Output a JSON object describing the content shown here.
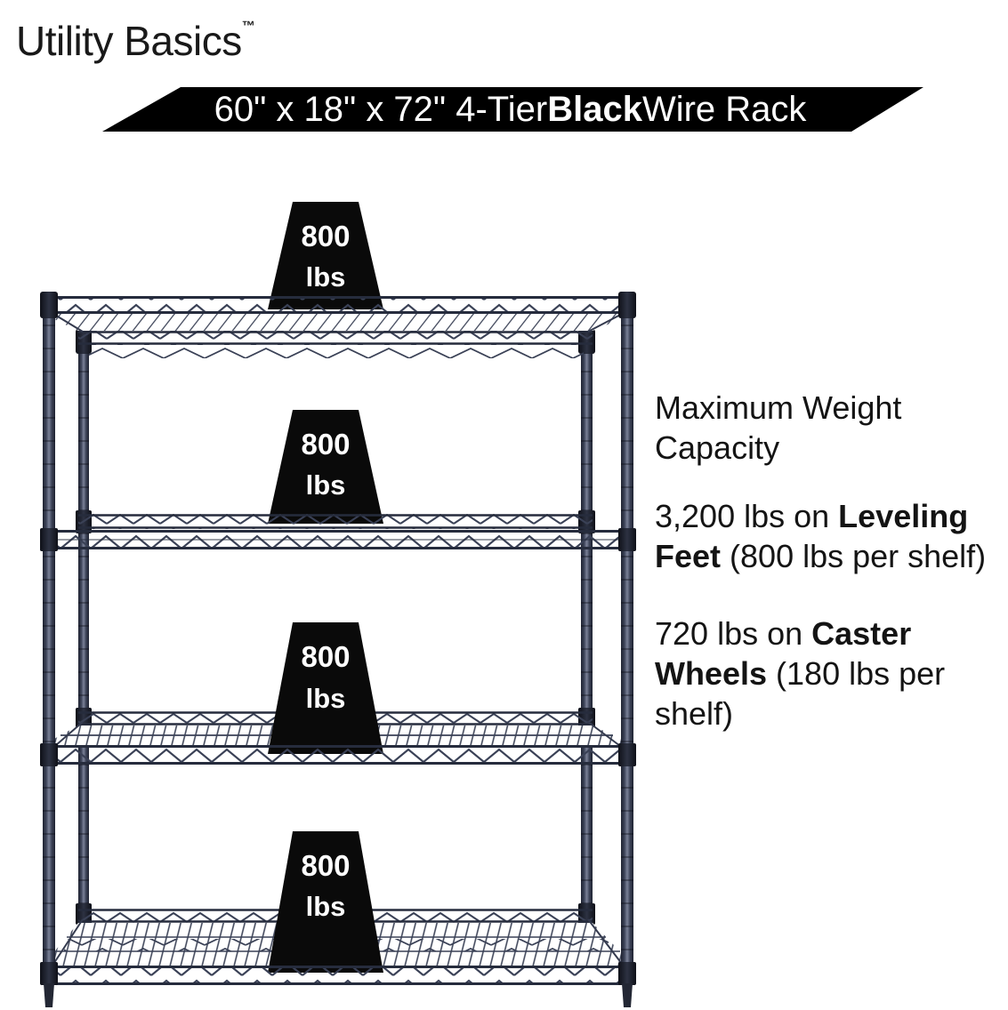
{
  "brand": {
    "name": "Utility Basics",
    "tm": "™"
  },
  "banner": {
    "part1": "60\" x 18\" x 72\" 4-Tier ",
    "bold": "Black",
    "part2": " Wire Rack",
    "bg_color": "#000000",
    "text_color": "#ffffff"
  },
  "weights": {
    "items": [
      {
        "value": "800",
        "unit": "lbs"
      },
      {
        "value": "800",
        "unit": "lbs"
      },
      {
        "value": "800",
        "unit": "lbs"
      },
      {
        "value": "800",
        "unit": "lbs"
      }
    ]
  },
  "info": {
    "heading": "Maximum Weight Capacity",
    "leveling": {
      "pre": "3,200 lbs on ",
      "bold": "Leveling Feet",
      "post": " (800 lbs per shelf)"
    },
    "caster": {
      "pre": "720 lbs on ",
      "bold": "Caster Wheels",
      "post": " (180 lbs per shelf)"
    }
  },
  "colors": {
    "rack_wire": "#3a4156",
    "rack_rail": "#262c3d",
    "rack_post_dark": "#1e2230",
    "rack_post_light": "#767d95",
    "weight_block": "#0a0a0a",
    "text": "#141414"
  }
}
